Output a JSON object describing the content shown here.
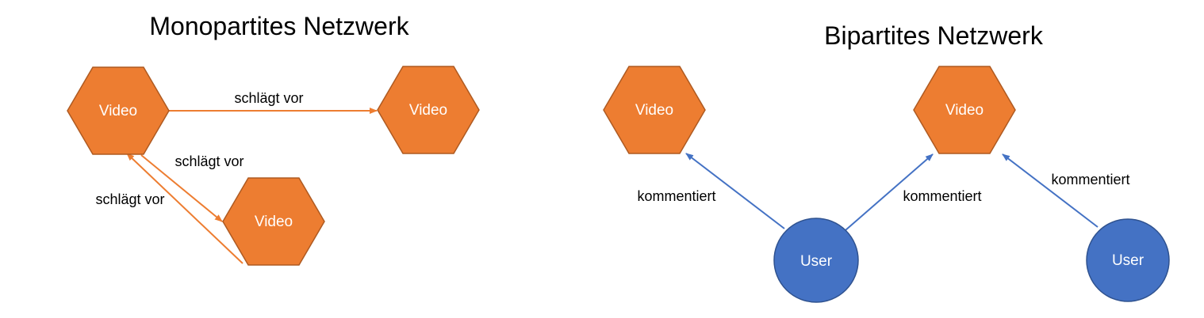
{
  "colors": {
    "video_fill": "#ED7D31",
    "video_stroke": "#AE5A21",
    "user_fill": "#4472C4",
    "user_stroke": "#2F528F",
    "edge_orange": "#ED7D31",
    "edge_blue": "#4472C4"
  },
  "mono": {
    "title": "Monopartites Netzwerk",
    "nodes": [
      {
        "label": "Video"
      },
      {
        "label": "Video"
      },
      {
        "label": "Video"
      }
    ],
    "edges": [
      {
        "label": "schlägt vor"
      },
      {
        "label": "schlägt vor"
      },
      {
        "label": "schlägt vor"
      }
    ]
  },
  "bi": {
    "title": "Bipartites Netzwerk",
    "videos": [
      {
        "label": "Video"
      },
      {
        "label": "Video"
      }
    ],
    "users": [
      {
        "label": "User"
      },
      {
        "label": "User"
      }
    ],
    "edges": [
      {
        "label": "kommentiert"
      },
      {
        "label": "kommentiert"
      },
      {
        "label": "kommentiert"
      }
    ]
  }
}
